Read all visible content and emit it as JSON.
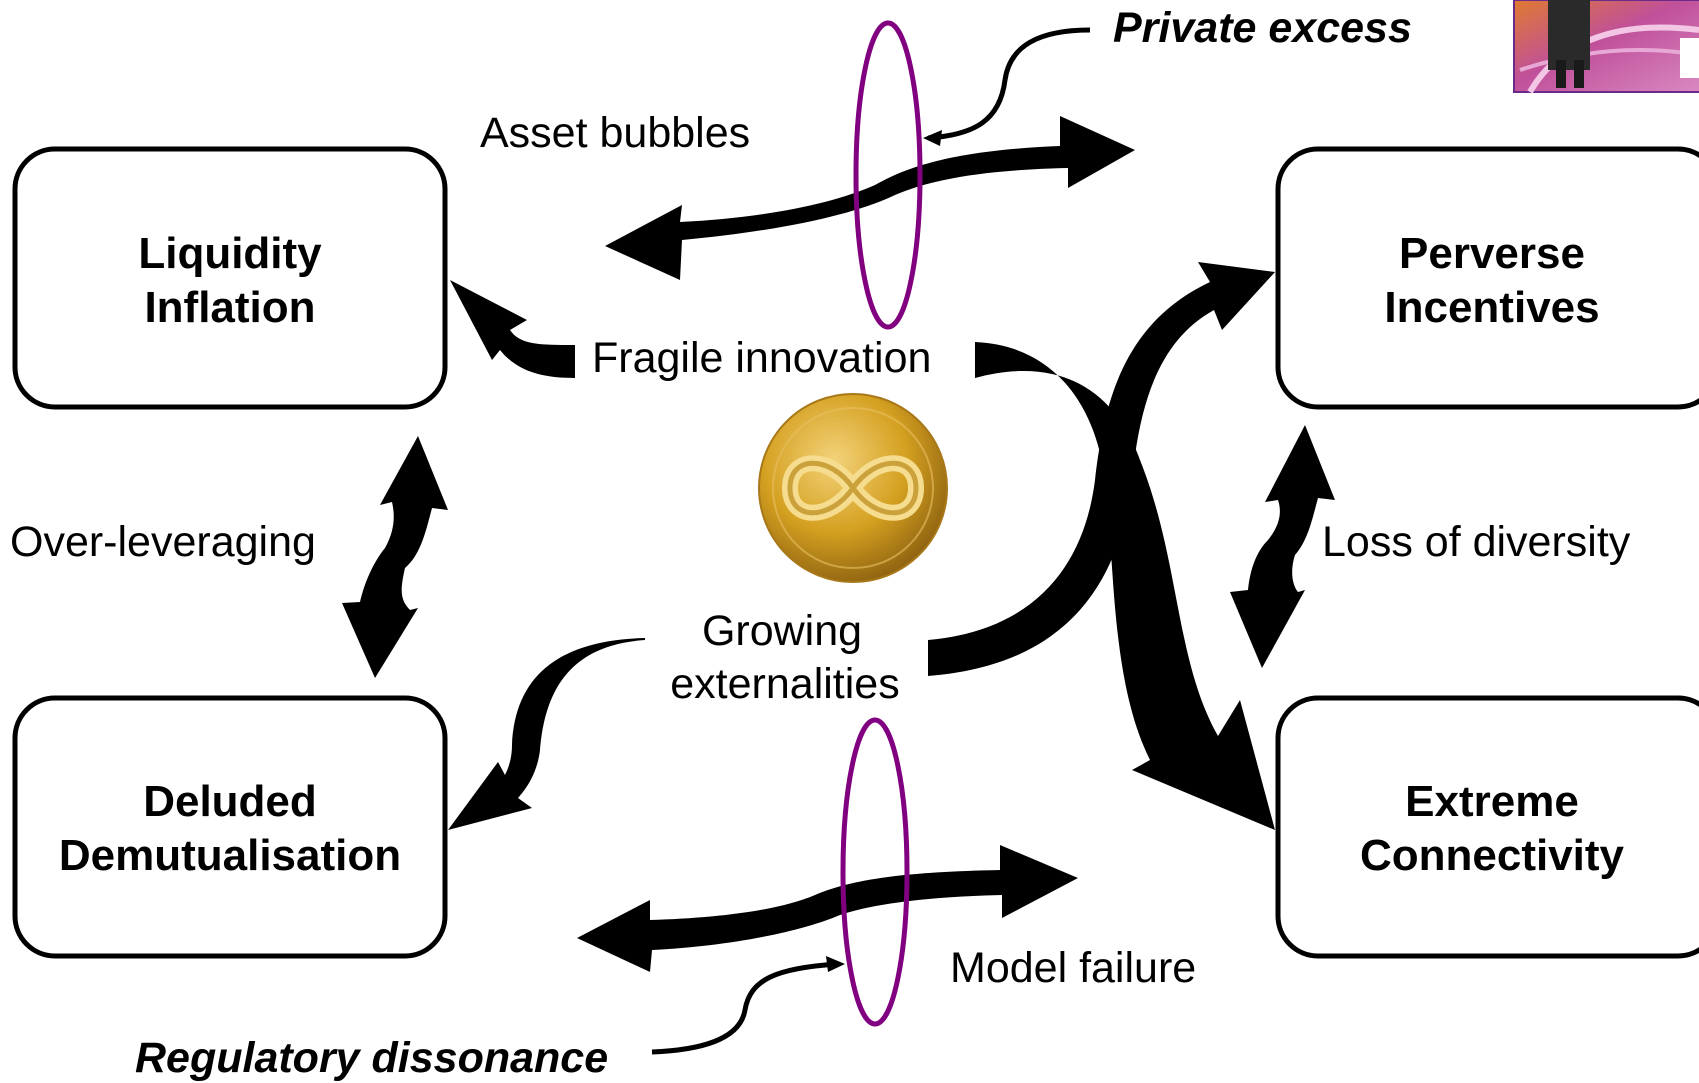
{
  "boxes": {
    "liquidity": [
      "Liquidity",
      "Inflation"
    ],
    "perverse": [
      "Perverse",
      "Incentives"
    ],
    "deluded": [
      "Deluded",
      "Demutualisation"
    ],
    "extreme": [
      "Extreme",
      "Connectivity"
    ]
  },
  "labels": {
    "asset_bubbles": "Asset bubbles",
    "private_excess": "Private excess",
    "fragile_innovation": "Fragile innovation",
    "over_leveraging": "Over-leveraging",
    "loss_of_diversity": "Loss of diversity",
    "growing_externalities": [
      "Growing",
      "externalities"
    ],
    "model_failure": "Model failure",
    "regulatory_dissonance": "Regulatory dissonance"
  },
  "colors": {
    "ring": "#800080",
    "coin": "#d4a020",
    "logo_bg": "#c0509a"
  }
}
